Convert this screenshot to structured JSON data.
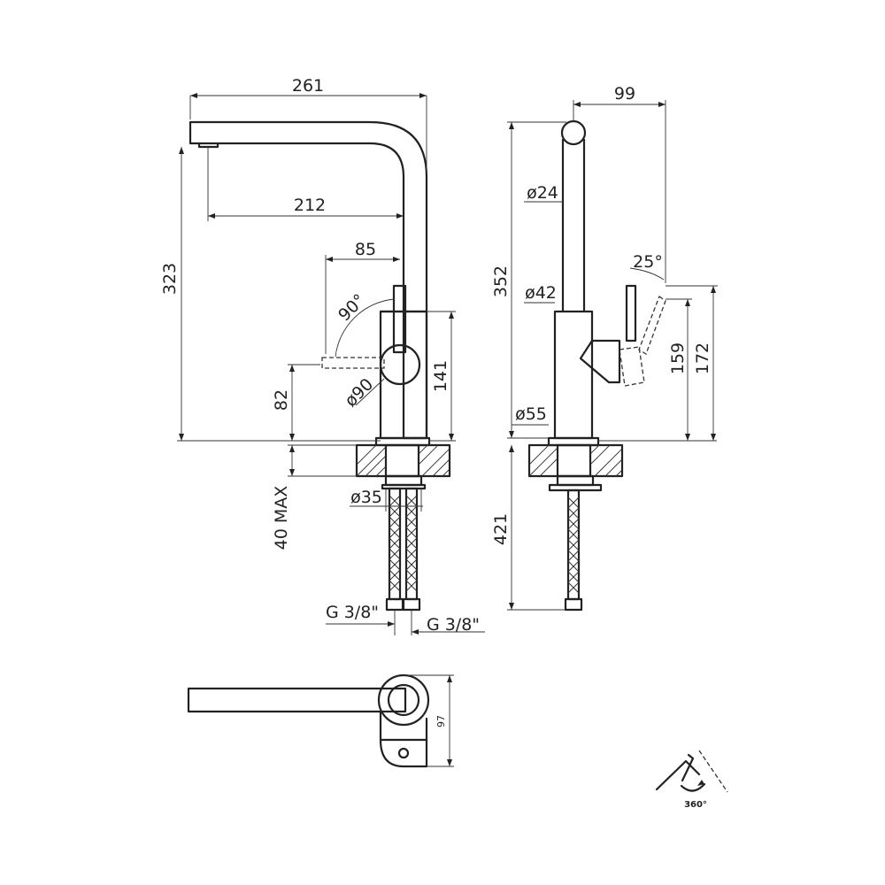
{
  "drawing": {
    "front_view": {
      "dim_width_total": "261",
      "dim_spout_reach": "212",
      "dim_lever_offset": "85",
      "dim_height_total": "323",
      "dim_lever_height": "141",
      "dim_lever_axis_height": "82",
      "dim_countertop": "40 MAX",
      "dim_lever_dia": "ø90",
      "dim_lever_angle": "90°",
      "dim_shank_dia": "ø35",
      "dim_connection_left": "G 3/8\"",
      "dim_connection_right": "G 3/8\""
    },
    "side_view": {
      "dim_width": "99",
      "dim_height_total": "352",
      "dim_spout_dia": "ø24",
      "dim_body_top_dia": "ø42",
      "dim_base_dia": "ø55",
      "dim_lever_angle": "25°",
      "dim_lever_height_a": "159",
      "dim_lever_height_b": "172",
      "dim_hose_length": "421"
    },
    "top_view": {
      "dim_depth": "97"
    },
    "rotation_icon": {
      "label": "360°"
    }
  }
}
